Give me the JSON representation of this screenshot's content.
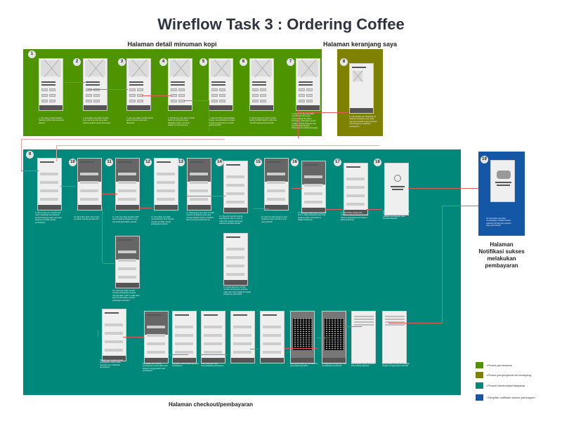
{
  "title": "Wireflow Task 3 : Ordering Coffee",
  "sections": {
    "detail": {
      "label": "Halaman detail minuman kopi",
      "color": "#4e9300"
    },
    "cart": {
      "label": "Halaman keranjang saya",
      "color": "#7f8200"
    },
    "checkout": {
      "label": "Halaman checkout/pembayaran",
      "color": "#00897b"
    },
    "notification": {
      "label": "Halaman Notifikasi sukses melakukan pembayaran",
      "color": "#1457a6"
    }
  },
  "steps": [
    {
      "num": "1",
      "desc": "1. User akan masuk kedalam halaman pilihan kopi yang akan dipesan"
    },
    {
      "num": "2",
      "desc": "2. Kemudian user akan memilih jenis minuman kopi yang akan dipesan apakah panas atau dingin"
    },
    {
      "num": "3",
      "desc": "3. Lalu user akan memilih ukuran gelas minuman kopi yang diinginkan"
    },
    {
      "num": "4",
      "desc": "4. Selanjutnya user akan memilih kadar pemanis/gula yang diinginkan dalam minuman apakah normal atau less"
    },
    {
      "num": "5",
      "desc": "5. Lalu user bisa menambahkan dengan menambahkan ke dalam keranjang tanpa harus memilih topping terlebih"
    },
    {
      "num": "6",
      "desc": "6. Namun jika user ingin memilih topping terlebih dahulu maka bisa memilih topping yang tersedia"
    },
    {
      "num": "7",
      "desc": "7. Setelah itu jika user telah memilih semuanya dan menambahkan ke dalam keranjang, maka akan muncul notifikasi bahwa pesanan user tersebut telah berhasil dimasukkan ke dalam keranjang"
    },
    {
      "num": "8",
      "desc": "8. Lalu setelah user diarahkan ke halaman keranjang saya maka user bisa memilih tombol checkout untuk langsung melakukan pembayaran"
    },
    {
      "num": "9",
      "desc": "9. Namun jika user memilih opsi untuk melakukan pembayaran secara langsung maka user akan langsung memilih metode pembayaran"
    },
    {
      "num": "10",
      "desc": "10. Kemudian akan muncul pop up pilihan metode pembayaran"
    },
    {
      "num": "11",
      "desc": "11. Lalu user akan memilih salah satu metode pembayaran yang sesuai dengan pilihan mereka"
    },
    {
      "num": "12",
      "desc": "12. Kemudian user akan menambahkan ini di sini jika mereka memiliki metode pembayaran tertentu"
    },
    {
      "num": "13",
      "desc": "13. Selanjutnya user akan memilih metode pembayaran apa yang mereka inginkan baik itu cashless atau di tempat secara pick up"
    },
    {
      "num": "14",
      "desc": "14. Jika user memilih metode pembayaran cash on pick up maka user tinggal menunggu pesanan kopi siap diambil"
    },
    {
      "num": "15",
      "desc": "15. Ada user bisa kapan ke toko berikutnya yaitu memilih promo yang tersedia"
    },
    {
      "num": "16",
      "desc": "16. Dan jika sudah selesai memilih promo maka selanjutnya user bisa langsung pilih untuk lanjut ke bagian berikutnya"
    },
    {
      "num": "17",
      "desc": "17. Kemudian setelah pilih checkout maka pembayaran telah diterima selanjutnya user bisa ke tahap berikutnya"
    },
    {
      "num": "18",
      "desc": "18. Dan terakhir jika pembayaran berhasil maka akan muncul notifikasi pembayaran telah berhasil dilakukan"
    },
    {
      "num": "19",
      "desc": "19. Kemudian user akan mendapatkan notifikasi bahwa pesanan berhasil dan pesanan siap untuk diambil"
    }
  ],
  "extra_descriptions": [
    "10.1 Jika user ingin memilih metode pembayaran dengan menggunakan cash ia maka akan bisa memilih pilihan metode pembayaran tersebut",
    "14. Lanjut jika user memilih metode pembayaran cashless maka user bisa memilih ke bagian selanjutnya yaitu QRIS",
    "Setelah user mengisi metode pembayaran, sistem akan meminta user melakukan pembayaran",
    "Kemudian user memilih pembayaran secara QRIS atau dengan menggunakan kode pembayaran",
    "Lalu akan muncul scan QR untuk pembayaran",
    "Scan kode QR untuk menyelesaikan pembayaran",
    "Menyimpan kode QR pembayaran yang dapat digunakan",
    "Pembayaran berhasil dan user mendapatkan konfirmasi",
    "Menampilkan status pesanan yang sedang diproses",
    "Menampilkan proses pembayaran dengan menggunakan kode QR"
  ],
  "legend": [
    {
      "label": "=Proses pemesanan",
      "color": "#4e9300"
    },
    {
      "label": "=Proses penyimpanan ke keranjang",
      "color": "#7f8200"
    },
    {
      "label": "=Proses checkout/pembayaran",
      "color": "#00897b"
    },
    {
      "label": "=Tampilan notifikasi sukses pembayarn",
      "color": "#1457a6"
    }
  ]
}
